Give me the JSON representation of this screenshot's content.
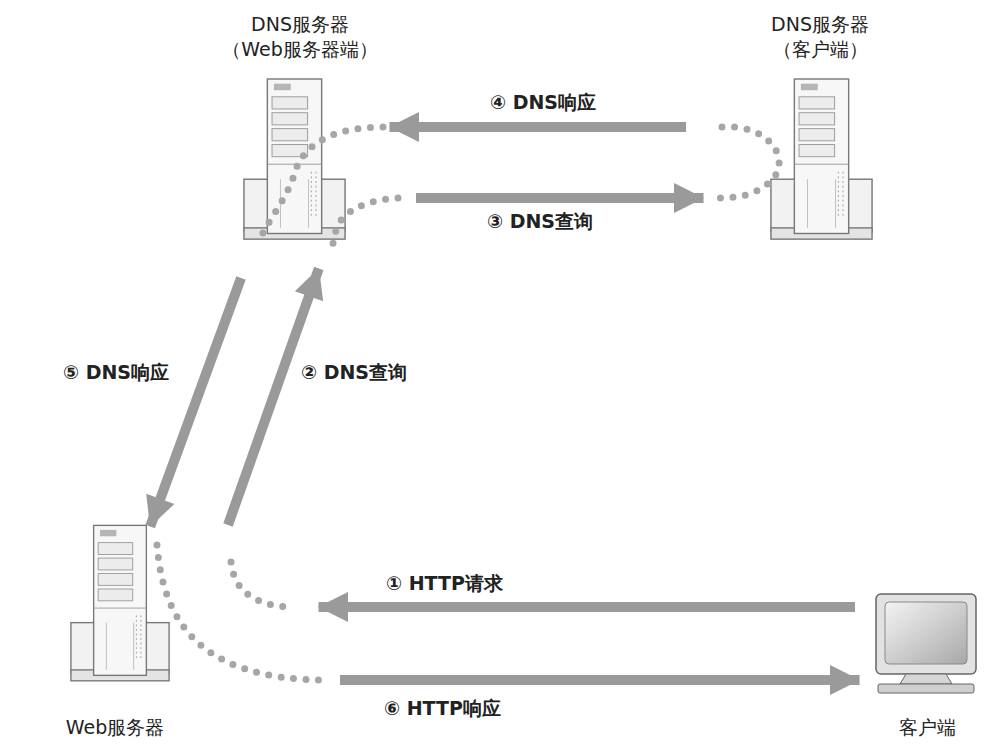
{
  "diagram": {
    "nodes": [
      {
        "text": [
          "DNS服务器 （Web服务器端）"
        ]
      },
      {
        "text": [
          "DNS服务器 （客户端）"
        ]
      },
      {
        "text": [
          "Web服务器"
        ]
      },
      {
        "text": [
          "客户端"
        ]
      }
    ],
    "edges": [
      {
        "from": 3,
        "to": 2,
        "arrow": "to",
        "label": "① HTTP请求"
      },
      {
        "from": 2,
        "to": 0,
        "arrow": "to",
        "label": "② DNS查询"
      },
      {
        "from": 0,
        "to": 1,
        "arrow": "to",
        "label": "③ DNS查询"
      },
      {
        "from": 1,
        "to": 0,
        "arrow": "to",
        "label": "④ DNS响应"
      },
      {
        "from": 0,
        "to": 2,
        "arrow": "to",
        "label": "⑤ DNS响应"
      },
      {
        "from": 2,
        "to": 3,
        "arrow": "to",
        "label": "⑥ HTTP响应"
      }
    ]
  }
}
